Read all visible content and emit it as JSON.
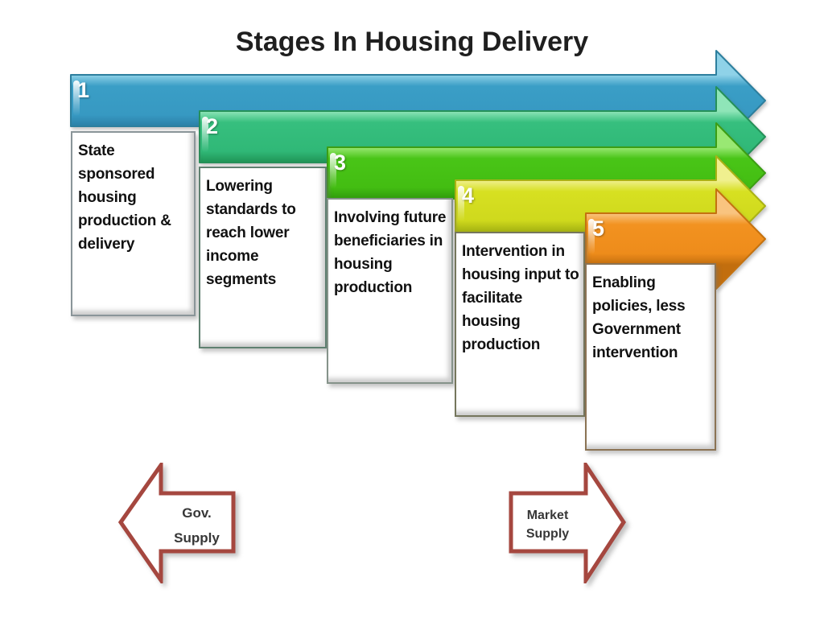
{
  "title": "Stages In Housing Delivery",
  "stages": [
    {
      "number": "1",
      "label": "State sponsored housing production & delivery",
      "color": "#3A9EC6"
    },
    {
      "number": "2",
      "label": "Lowering standards to reach lower income segments",
      "color": "#33BF7D"
    },
    {
      "number": "3",
      "label": "Involving future beneficiaries in housing production",
      "color": "#47C516"
    },
    {
      "number": "4",
      "label": "Intervention in housing input to facilitate housing production",
      "color": "#D7E021"
    },
    {
      "number": "5",
      "label": "Enabling policies, less Government intervention",
      "color": "#F2941F"
    }
  ],
  "bottom_arrows": {
    "left": {
      "line1": "Gov.",
      "line2": "Supply",
      "direction": "left",
      "border_color": "#A5473F"
    },
    "right": {
      "line1": "Market",
      "line2": "Supply",
      "direction": "right",
      "border_color": "#A5473F"
    }
  }
}
